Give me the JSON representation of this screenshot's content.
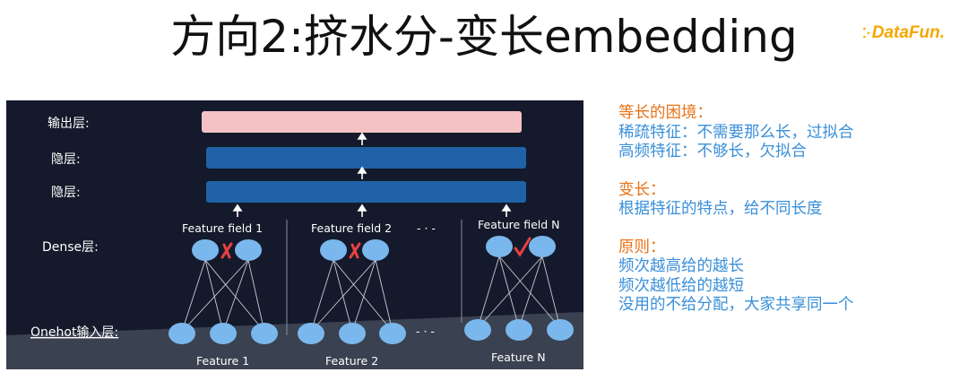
{
  "title": "方向2:挤水分-变长embedding",
  "logo": {
    "text": "DataFun.",
    "icon": "dots-icon"
  },
  "diagram": {
    "layers": {
      "output": "输出层:",
      "hidden1": "隐层:",
      "hidden2": "隐层:",
      "dense": "Dense层:",
      "onehot": "Onehot输入层:"
    },
    "fields": [
      "Feature field 1",
      "Feature field 2",
      "Feature field N"
    ],
    "features": [
      "Feature 1",
      "Feature 2",
      "Feature N"
    ],
    "ellipsis_top": "- · -",
    "ellipsis_bottom": "- · -",
    "marks": [
      "cross",
      "cross",
      "check"
    ],
    "colors": {
      "background": "#141a2b",
      "output_bar": "#f4c2c4",
      "hidden_bar": "#1f62a7",
      "node": "#7ab7ec",
      "cross": "#e84040",
      "check": "#e84040"
    }
  },
  "notes": [
    {
      "heading": "等长的困境：",
      "lines": [
        "稀疏特征：不需要那么长，过拟合",
        "高频特征：不够长，欠拟合"
      ]
    },
    {
      "heading": "变长：",
      "lines": [
        "根据特征的特点，给不同长度"
      ]
    },
    {
      "heading": "原则：",
      "lines": [
        "频次越高给的越长",
        "频次越低给的越短",
        "没用的不给分配，大家共享同一个"
      ]
    }
  ]
}
